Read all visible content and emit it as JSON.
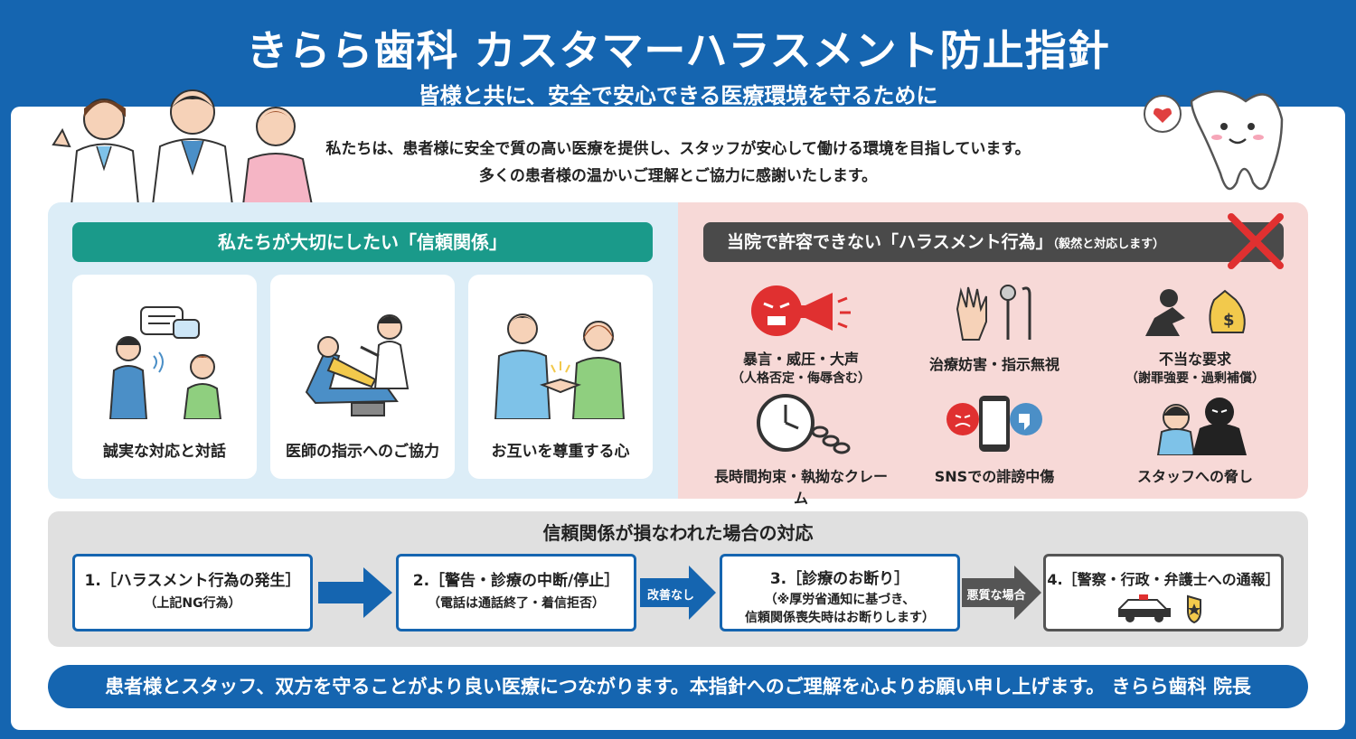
{
  "header": {
    "title": "きらら歯科 カスタマーハラスメント防止指針",
    "subtitle": "皆様と共に、安全で安心できる医療環境を守るために"
  },
  "intro": {
    "line1": "私たちは、患者様に安全で質の高い医療を提供し、スタッフが安心して働ける環境を目指しています。",
    "line2": "多くの患者様の温かいご理解とご協力に感謝いたします。"
  },
  "trust": {
    "heading": "私たちが大切にしたい「信頼関係」",
    "items": [
      {
        "label": "誠実な対応と対話",
        "icon": "conversation-icon"
      },
      {
        "label": "医師の指示へのご協力",
        "icon": "dental-chair-icon"
      },
      {
        "label": "お互いを尊重する心",
        "icon": "handshake-icon"
      }
    ]
  },
  "ng": {
    "heading": "当院で許容できない「ハラスメント行為」",
    "note": "（毅然と対応します）",
    "items": [
      {
        "line1": "暴言・威圧・大声",
        "line2": "（人格否定・侮辱含む）",
        "icon": "angry-megaphone-icon"
      },
      {
        "line1": "治療妨害・指示無視",
        "line2": "",
        "icon": "hand-dental-tools-icon"
      },
      {
        "line1": "不当な要求",
        "line2": "（謝罪強要・過剰補償）",
        "icon": "kneeling-money-icon"
      },
      {
        "line1": "長時間拘束・執拗なクレーム",
        "line2": "",
        "icon": "clock-chain-icon"
      },
      {
        "line1": "SNSでの誹謗中傷",
        "line2": "",
        "icon": "smartphone-thumbs-down-icon"
      },
      {
        "line1": "スタッフへの脅し",
        "line2": "",
        "icon": "threat-icon"
      }
    ]
  },
  "response": {
    "title": "信頼関係が損なわれた場合の対応",
    "steps": [
      {
        "line1": "1.［ハラスメント行為の発生］",
        "line2": "（上記NG行為）"
      },
      {
        "line1": "2.［警告・診療の中断/停止］",
        "line2": "（電話は通話終了・着信拒否）"
      },
      {
        "line1": "3.［診療のお断り］",
        "line2": "（※厚労省通知に基づき、",
        "line3": "信頼関係喪失時はお断りします）"
      },
      {
        "line1": "4.［警察・行政・弁護士への通報］",
        "line2": ""
      }
    ],
    "arrow_labels": [
      "改善なし",
      "悪質な場合"
    ]
  },
  "footer": {
    "text": "患者様とスタッフ、双方を守ることがより良い医療につながります。本指針へのご理解を心よりお願い申し上げます。 きらら歯科 院長"
  },
  "colors": {
    "brand_blue": "#1565b0",
    "teal": "#1a9a8a",
    "warning_red": "#e03030",
    "trust_bg": "#dcedf7",
    "ng_bg": "#f7d9d7"
  }
}
